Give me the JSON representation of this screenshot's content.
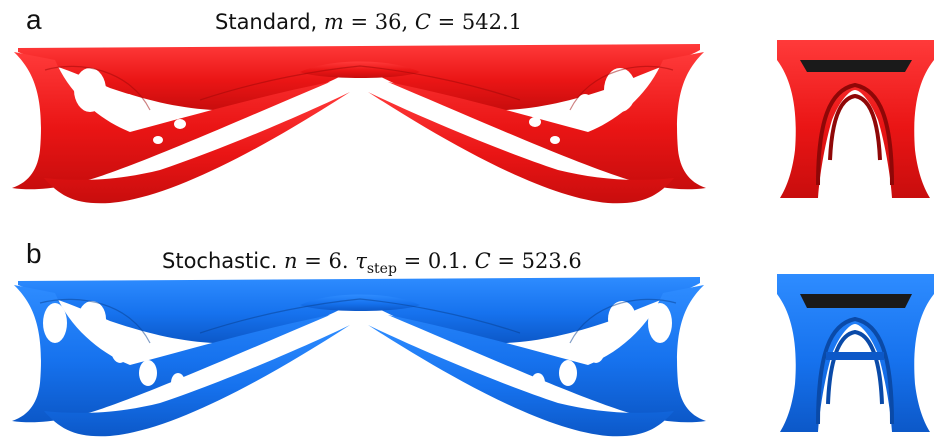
{
  "figure": {
    "panel_a": {
      "letter": "a",
      "title_prefix": "Standard, ",
      "title_math_m": "m",
      "title_math_m_val": " = 36,  ",
      "title_math_C": "C",
      "title_math_C_val": " = 542.1",
      "color": "#ee1c1c"
    },
    "panel_b": {
      "letter": "b",
      "title_prefix": "Stochastic. ",
      "title_math_n": "n",
      "title_math_n_val": " = 6. ",
      "title_math_tau": "τ",
      "title_math_tau_sub": "step",
      "title_math_tau_val": " = 0.1. ",
      "title_math_C": "C",
      "title_math_C_val": " = 523.6",
      "color": "#1a75f0"
    }
  }
}
